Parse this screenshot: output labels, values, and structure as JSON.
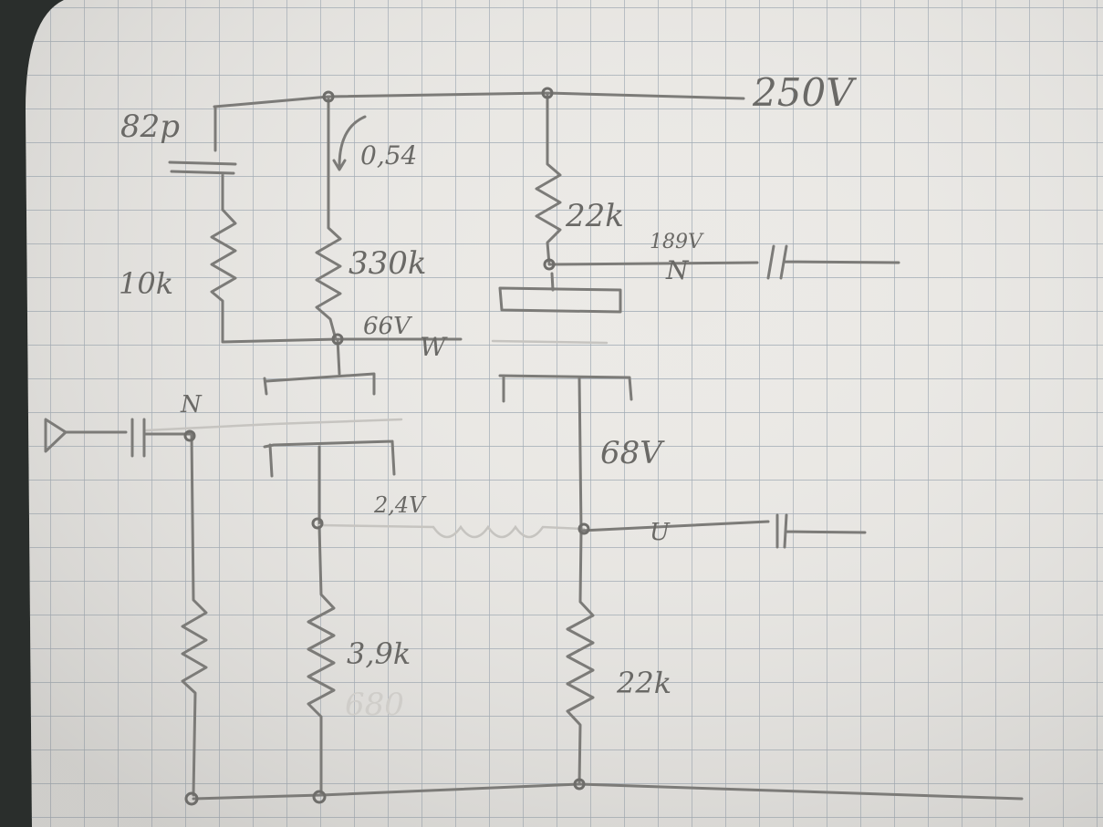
{
  "labels": {
    "supply": "250V",
    "cap_82p": "82p",
    "res_10k": "10k",
    "res_330k": "330k",
    "current_054": "0,54",
    "v_66": "66V",
    "res_22k_top": "22k",
    "v_189": "189V",
    "v_68": "68V",
    "v_2": "2,4V",
    "res_3_9k": "3,9k",
    "res_680": "680",
    "res_22k_bottom": "22k"
  },
  "colors": {
    "paper": "#ebe9e5",
    "grid": "#8e9aa6",
    "pencil": "#7c7b78"
  }
}
